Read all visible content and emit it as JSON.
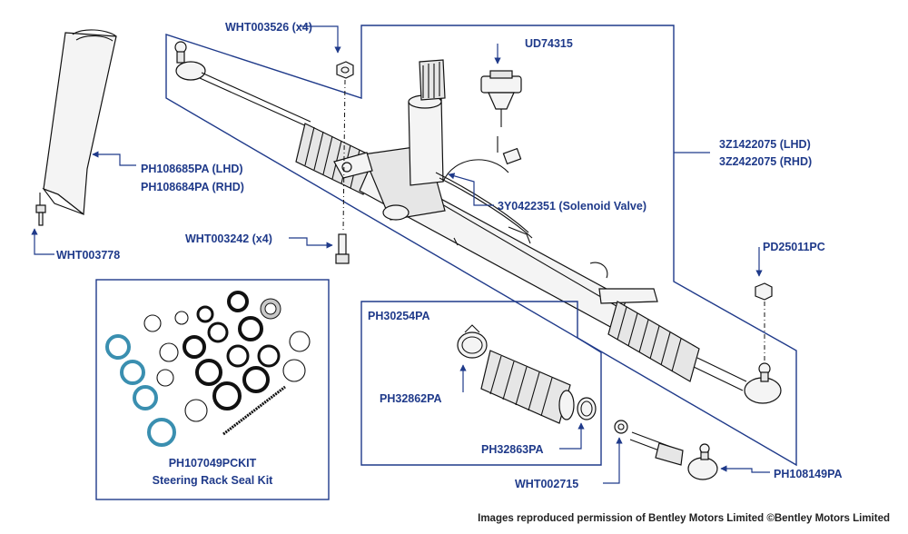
{
  "labels": {
    "wht003526": "WHT003526 (x4)",
    "ud74315": "UD74315",
    "ph108685pa": "PH108685PA (LHD)",
    "ph108684pa": "PH108684PA (RHD)",
    "wht003778": "WHT003778",
    "z3_1422075": "3Z1422075 (LHD)",
    "z3_2422075": "3Z2422075 (RHD)",
    "y3_0422351": "3Y0422351 (Solenoid Valve)",
    "wht003242": "WHT003242 (x4)",
    "pd25011pc": "PD25011PC",
    "ph30254pa": "PH30254PA",
    "ph32862pa": "PH32862PA",
    "ph32863pa": "PH32863PA",
    "wht002715": "WHT002715",
    "ph108149pa": "PH108149PA",
    "kit_part": "PH107049PCKIT",
    "kit_name": "Steering Rack Seal Kit"
  },
  "credit": "Images reproduced permission of Bentley Motors Limited ©Bentley Motors Limited",
  "colors": {
    "accent": "#1f3a8a",
    "seal_blue": "#3a8fb0",
    "line": "#111111"
  }
}
